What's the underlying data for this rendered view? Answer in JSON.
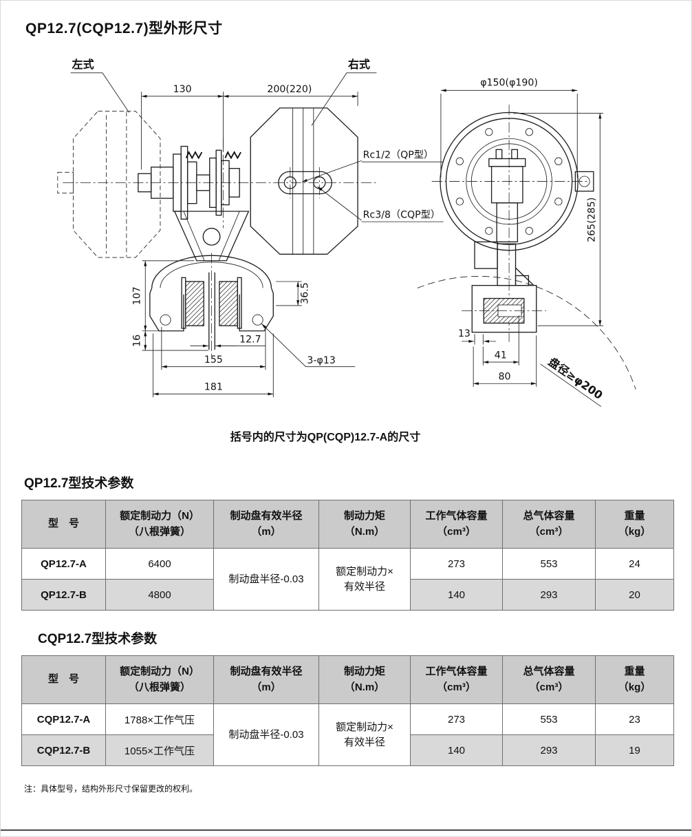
{
  "page": {
    "title": "QP12.7(CQP12.7)型外形尺寸",
    "caption": "括号内的尺寸为QP(CQP)12.7-A的尺寸",
    "note": "注：具体型号，结构外形尺寸保留更改的权利。"
  },
  "drawing": {
    "left_type_label": "左式",
    "right_type_label": "右式",
    "port_qp": "Rc1/2（QP型）",
    "port_cqp": "Rc3/8（CQP型）",
    "disc_note": "盘径≥φ200",
    "dims": {
      "top_left": "130",
      "top_right": "200(220)",
      "flange_dia": "φ150(φ190)",
      "overall_height": "265(285)",
      "caliper_height": "107",
      "pad_height": "36.5",
      "foot_height": "16",
      "disc_thickness": "12.7",
      "mount_span": "155",
      "overall_width": "181",
      "mount_holes": "3-φ13",
      "side_offset": "13",
      "side_mid": "41",
      "side_width": "80"
    }
  },
  "qp_table": {
    "title": "QP12.7型技术参数",
    "headers": [
      {
        "line1": "型　号",
        "line2": ""
      },
      {
        "line1": "额定制动力（N）",
        "line2": "（八根弹簧）"
      },
      {
        "line1": "制动盘有效半径",
        "line2": "（m）"
      },
      {
        "line1": "制动力矩",
        "line2": "（N.m）"
      },
      {
        "line1": "工作气体容量",
        "line2": "（cm³）"
      },
      {
        "line1": "总气体容量",
        "line2": "（cm³）"
      },
      {
        "line1": "重量",
        "line2": "（kg）"
      }
    ],
    "radius_merged": "制动盘半径-0.03",
    "torque_line1": "额定制动力×",
    "torque_line2": "有效半径",
    "rows": [
      {
        "model": "QP12.7-A",
        "force": "6400",
        "working_volume": "273",
        "total_volume": "553",
        "weight": "24"
      },
      {
        "model": "QP12.7-B",
        "force": "4800",
        "working_volume": "140",
        "total_volume": "293",
        "weight": "20"
      }
    ]
  },
  "cqp_table": {
    "title": "CQP12.7型技术参数",
    "headers": [
      {
        "line1": "型　号",
        "line2": ""
      },
      {
        "line1": "额定制动力（N）",
        "line2": "（八根弹簧）"
      },
      {
        "line1": "制动盘有效半径",
        "line2": "（m）"
      },
      {
        "line1": "制动力矩",
        "line2": "（N.m）"
      },
      {
        "line1": "工作气体容量",
        "line2": "（cm³）"
      },
      {
        "line1": "总气体容量",
        "line2": "（cm³）"
      },
      {
        "line1": "重量",
        "line2": "（kg）"
      }
    ],
    "radius_merged": "制动盘半径-0.03",
    "torque_line1": "额定制动力×",
    "torque_line2": "有效半径",
    "rows": [
      {
        "model": "CQP12.7-A",
        "force": "1788×工作气压",
        "working_volume": "273",
        "total_volume": "553",
        "weight": "23"
      },
      {
        "model": "CQP12.7-B",
        "force": "1055×工作气压",
        "working_volume": "140",
        "total_volume": "293",
        "weight": "19"
      }
    ]
  }
}
